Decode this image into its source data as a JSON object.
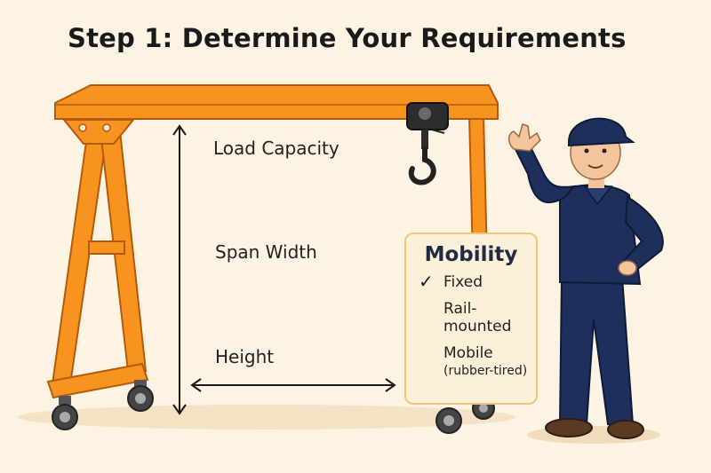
{
  "title": "Step 1: Determine Your Requirements",
  "labels": {
    "load_capacity": "Load Capacity",
    "span_width": "Span Width",
    "height": "Height"
  },
  "mobility": {
    "title": "Mobility",
    "options": [
      {
        "label": "Fixed",
        "selected": true,
        "check": "✓"
      },
      {
        "label": "Rail-mounted",
        "line1": "Rail-",
        "line2": "mounted",
        "selected": false
      },
      {
        "label": "Mobile",
        "sub": "(rubber-tired)",
        "selected": false
      }
    ]
  },
  "colors": {
    "background": "#fdf3e2",
    "crane_orange": "#f7931e",
    "crane_outline": "#b45a0c",
    "worker_navy": "#1f2f5c"
  }
}
